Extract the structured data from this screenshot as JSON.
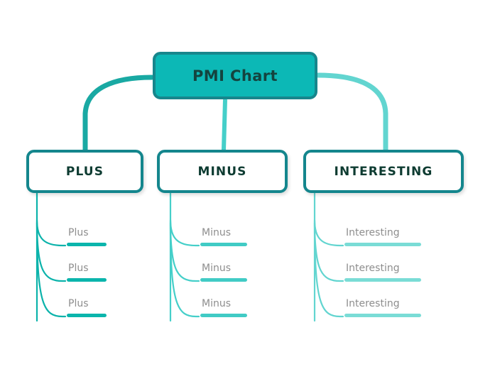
{
  "diagram": {
    "type": "mind-map",
    "title": "PMI Chart",
    "background_color": "#ffffff"
  },
  "root": {
    "label": "PMI Chart",
    "fill_color": "#0cb8b6",
    "border_color": "#17868c",
    "text_color": "#14443f"
  },
  "branches": [
    {
      "label": "PLUS",
      "accent_color": "#0cb3ab",
      "connector_color": "#19a9a3",
      "leaf_color": "#0bb5ac",
      "leaves": [
        {
          "label": "Plus"
        },
        {
          "label": "Plus"
        },
        {
          "label": "Plus"
        }
      ]
    },
    {
      "label": "MINUS",
      "accent_color": "#45cfc9",
      "connector_color": "#45cfc9",
      "leaf_color": "#41cbc5",
      "leaves": [
        {
          "label": "Minus"
        },
        {
          "label": "Minus"
        },
        {
          "label": "Minus"
        }
      ]
    },
    {
      "label": "INTERESTING",
      "accent_color": "#6bd8d2",
      "connector_color": "#62d5d0",
      "leaf_color": "#7adcd6",
      "leaves": [
        {
          "label": "Interesting"
        },
        {
          "label": "Interesting"
        },
        {
          "label": "Interesting"
        }
      ]
    }
  ],
  "styles": {
    "branch_border_color": "#14868d",
    "branch_fill_color": "#ffffff",
    "branch_text_color": "#0d3b31",
    "leaf_text_color": "#8e8e8e"
  }
}
